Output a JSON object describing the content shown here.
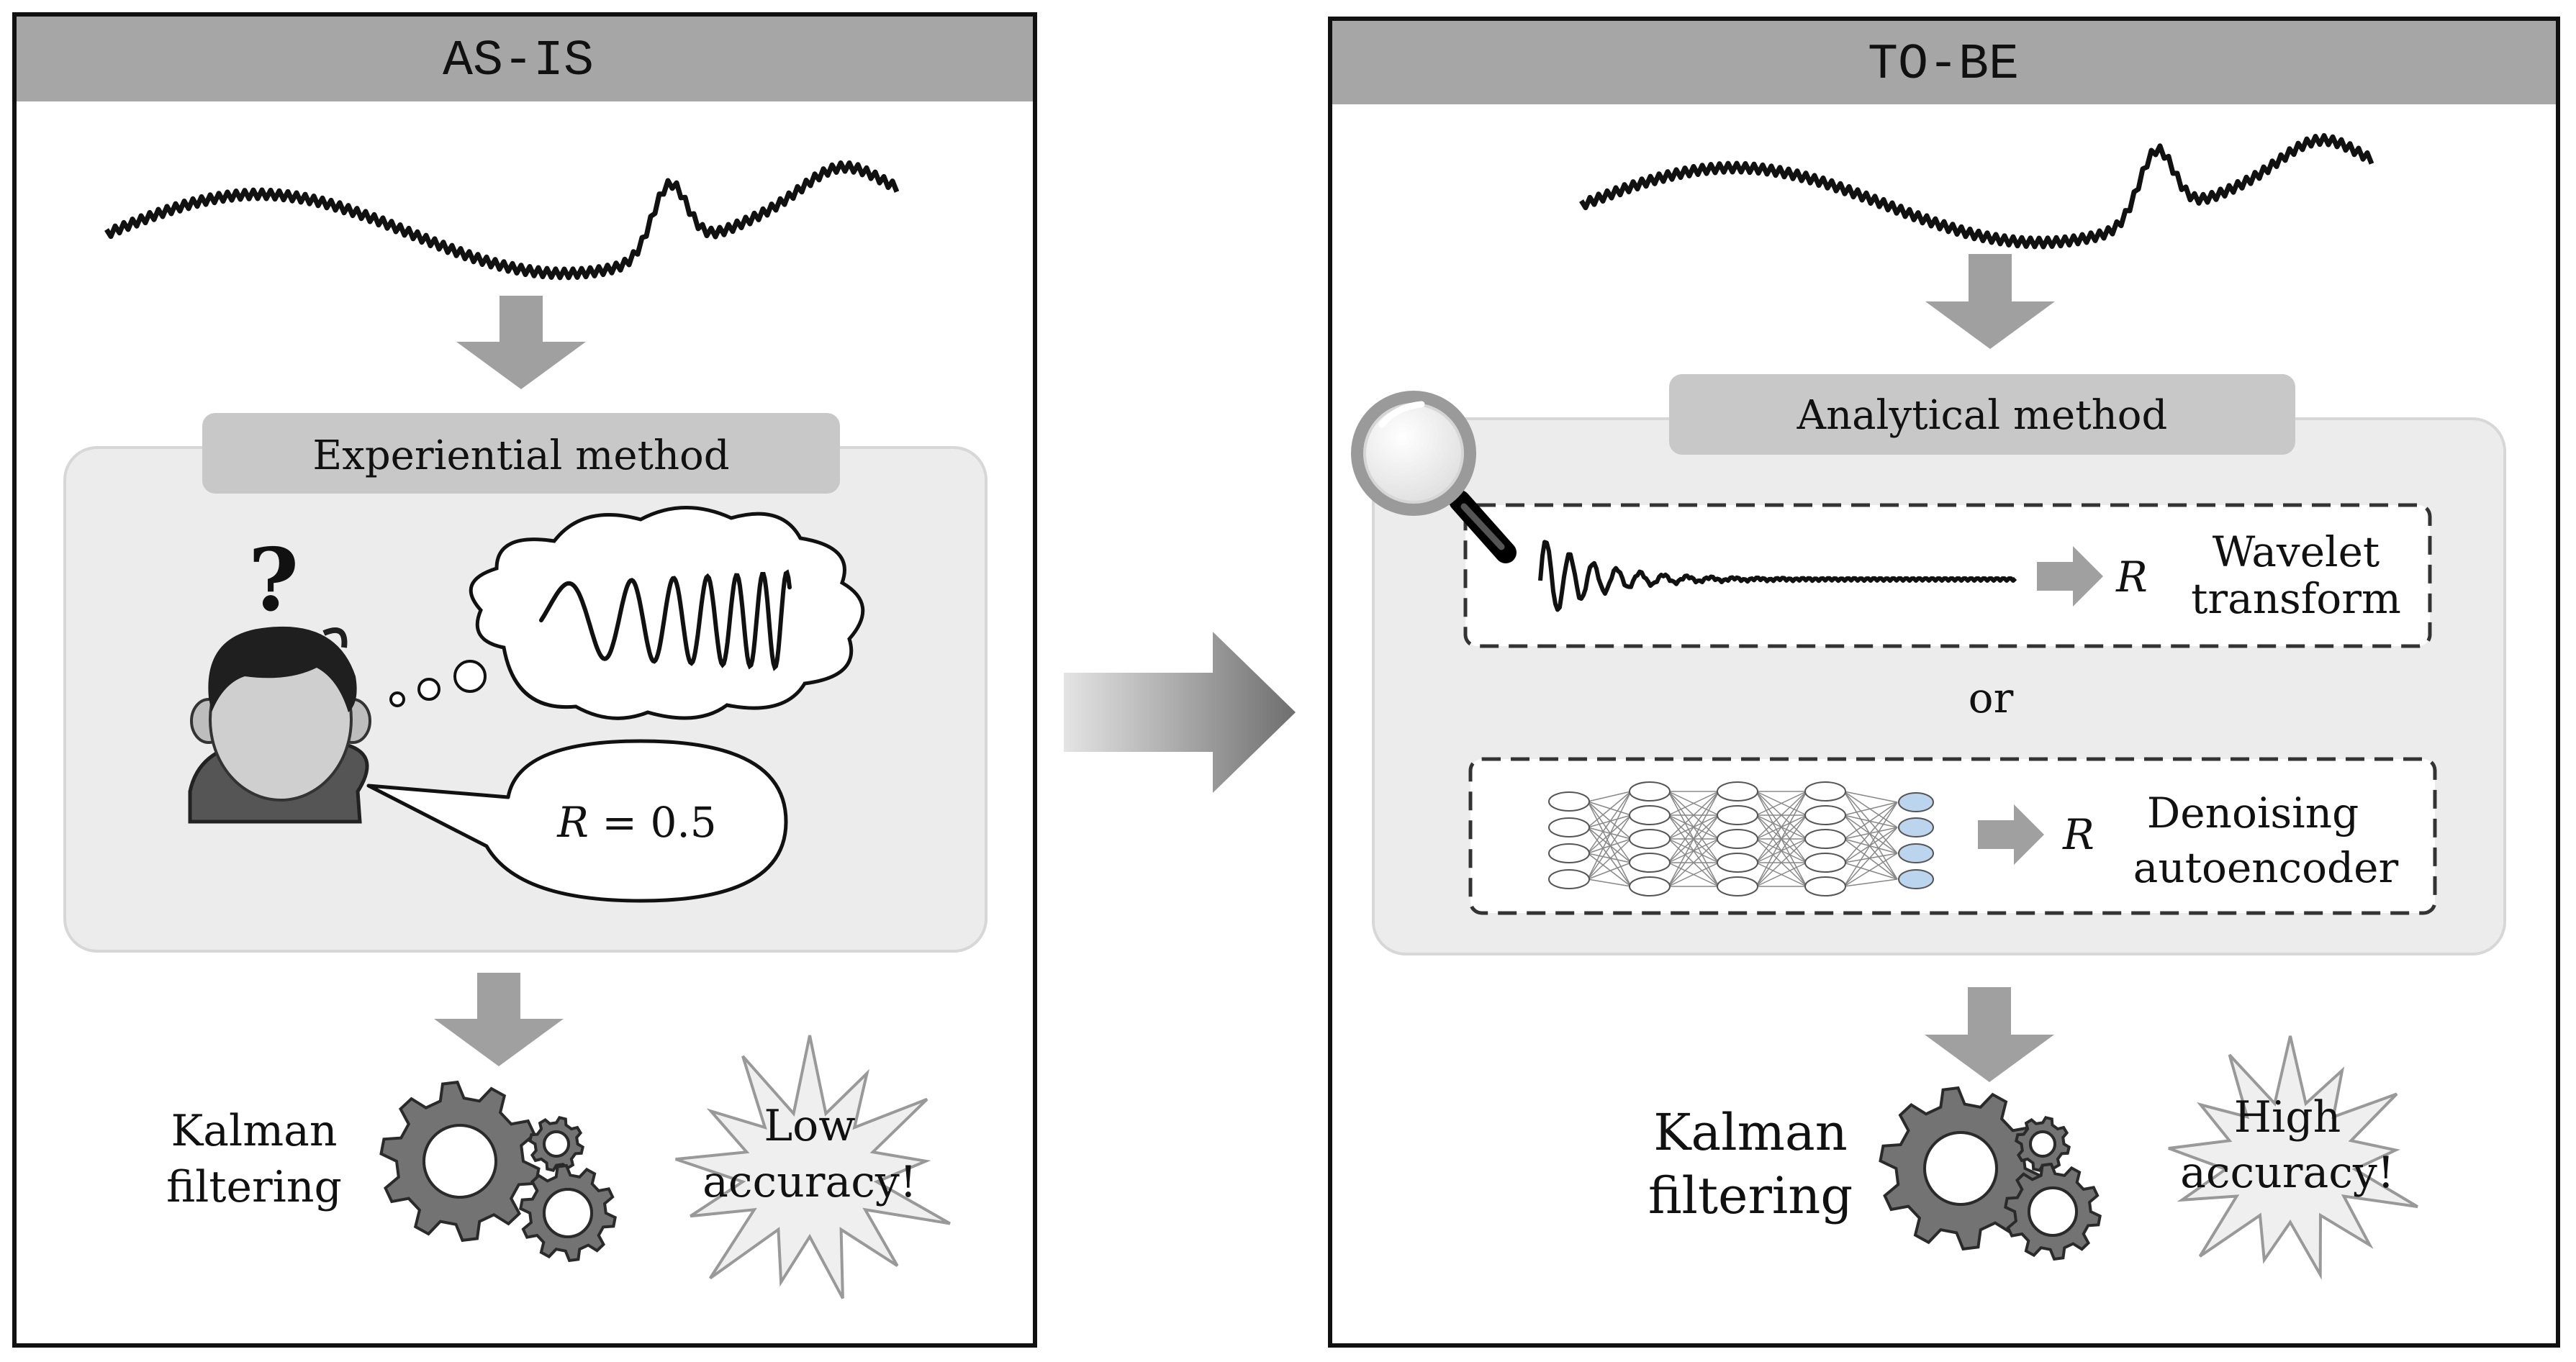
{
  "as_is": {
    "header": "AS-IS",
    "method_label": "Experiential method",
    "question_mark": "?",
    "speech_var": "R",
    "speech_rest": " = 0.5",
    "kalman_line1": "Kalman",
    "kalman_line2": "filtering",
    "result_line1": "Low",
    "result_line2": "accuracy!"
  },
  "to_be": {
    "header": "TO-BE",
    "method_label": "Analytical method",
    "wavelet_var": "R",
    "wavelet_line1": "Wavelet",
    "wavelet_line2": "transform",
    "or_label": "or",
    "dae_var": "R",
    "dae_line1": "Denoising",
    "dae_line2": "autoencoder",
    "kalman_line1": "Kalman",
    "kalman_line2": "filtering",
    "result_line1": "High",
    "result_line2": "accuracy!"
  },
  "colors": {
    "panel_border": "#111111",
    "header_fill": "#a6a6a6",
    "method_box_fill": "#ececec",
    "method_box_stroke": "#d7d7d7",
    "arrow_fill": "#a0a0a0",
    "gear_fill": "#737373",
    "starburst_fill": "#efefef",
    "output_node_fill": "#bcd5ee"
  },
  "icons": [
    "person-icon",
    "magnifier-icon",
    "gear-icon",
    "starburst-icon",
    "thought-cloud-icon",
    "neural-network-icon"
  ]
}
